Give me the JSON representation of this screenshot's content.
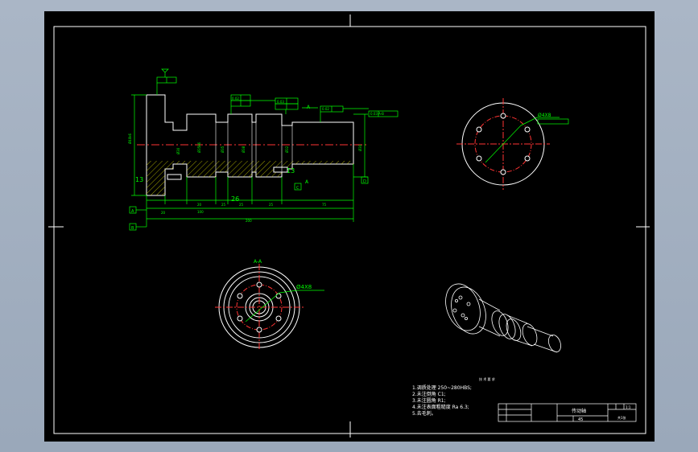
{
  "colors": {
    "background": "#9aa8ba",
    "viewport": "#000000",
    "frame": "#ffffff",
    "geometry": "#ffffff",
    "dimension": "#00ff00",
    "centerline": "#ff3333",
    "hatch": "#ffff00",
    "note_text": "#ffffff"
  },
  "shaft_view": {
    "dim_13_left": "13",
    "dim_13_right": "13",
    "dim_26": "26",
    "label_A_top": "A",
    "label_A_bottom": "A",
    "datum_labels": [
      "A",
      "B",
      "C",
      "D"
    ]
  },
  "section_view": {
    "title": "A-A",
    "hole_callout": "Ø4X8"
  },
  "end_view": {
    "hole_callout": "Ø4X8"
  },
  "notes": {
    "lines": [
      "1.调质处理 250~280HBS;",
      "2.未注倒角 C1;",
      "3.未注圆角 R1;",
      "4.未注表面粗糙度 Ra 6.3;",
      "5.去毛刺。"
    ]
  },
  "title_block": {
    "part_name": "传动轴",
    "material": "45",
    "scale": "1:1",
    "sheet": "共1张"
  }
}
